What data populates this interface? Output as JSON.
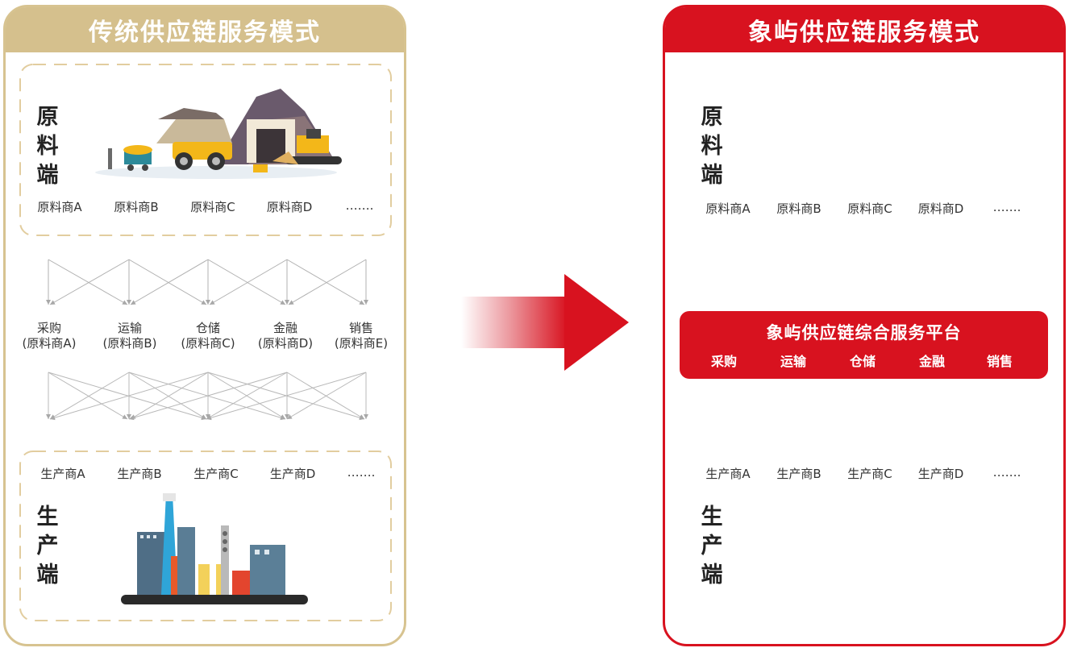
{
  "traditional": {
    "title": "传统供应链服务模式",
    "raw_side_label": [
      "原",
      "料",
      "端"
    ],
    "suppliers": [
      "原料商A",
      "原料商B",
      "原料商C",
      "原料商D",
      "……."
    ],
    "functions": [
      {
        "name": "采购",
        "owner": "(原料商A)"
      },
      {
        "name": "运输",
        "owner": "(原料商B)"
      },
      {
        "name": "仓储",
        "owner": "(原料商C)"
      },
      {
        "name": "金融",
        "owner": "(原料商D)"
      },
      {
        "name": "销售",
        "owner": "(原料商E)"
      }
    ],
    "producers": [
      "生产商A",
      "生产商B",
      "生产商C",
      "生产商D",
      "……."
    ],
    "production_side_label": [
      "生",
      "产",
      "端"
    ]
  },
  "xiangyu": {
    "title": "象屿供应链服务模式",
    "raw_side_label": [
      "原",
      "料",
      "端"
    ],
    "suppliers": [
      "原料商A",
      "原料商B",
      "原料商C",
      "原料商D",
      "……."
    ],
    "platform": {
      "title": "象屿供应链综合服务平台",
      "services": [
        "采购",
        "运输",
        "仓储",
        "金融",
        "销售"
      ]
    },
    "producers": [
      "生产商A",
      "生产商B",
      "生产商C",
      "生产商D",
      "……."
    ],
    "production_side_label": [
      "生",
      "产",
      "端"
    ]
  },
  "colors": {
    "gold": "#d5c08d",
    "red": "#d8121f"
  }
}
